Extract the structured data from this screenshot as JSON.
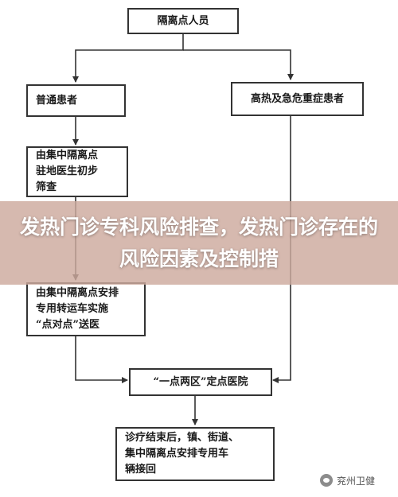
{
  "flowchart": {
    "nodes": {
      "quarantine_personnel": "隔离点人员",
      "normal_patients": "普通患者",
      "fever_patients": "高热及急危重症患者",
      "initial_screening": "由集中隔离点\n驻地医生初步\n筛查",
      "transport": "由集中隔离点安排\n专用转运车实施\n“点对点”送医",
      "designated_hospital": "“一点两区”定点医院",
      "return_home": "诊疗结束后，镇、街道、\n集中隔离点安排专用车\n辆接回"
    }
  },
  "banner": {
    "title": "发热门诊专科风险排查，发热门诊存在的风险因素及控制措"
  },
  "watermark": {
    "text": "兖州卫健"
  }
}
